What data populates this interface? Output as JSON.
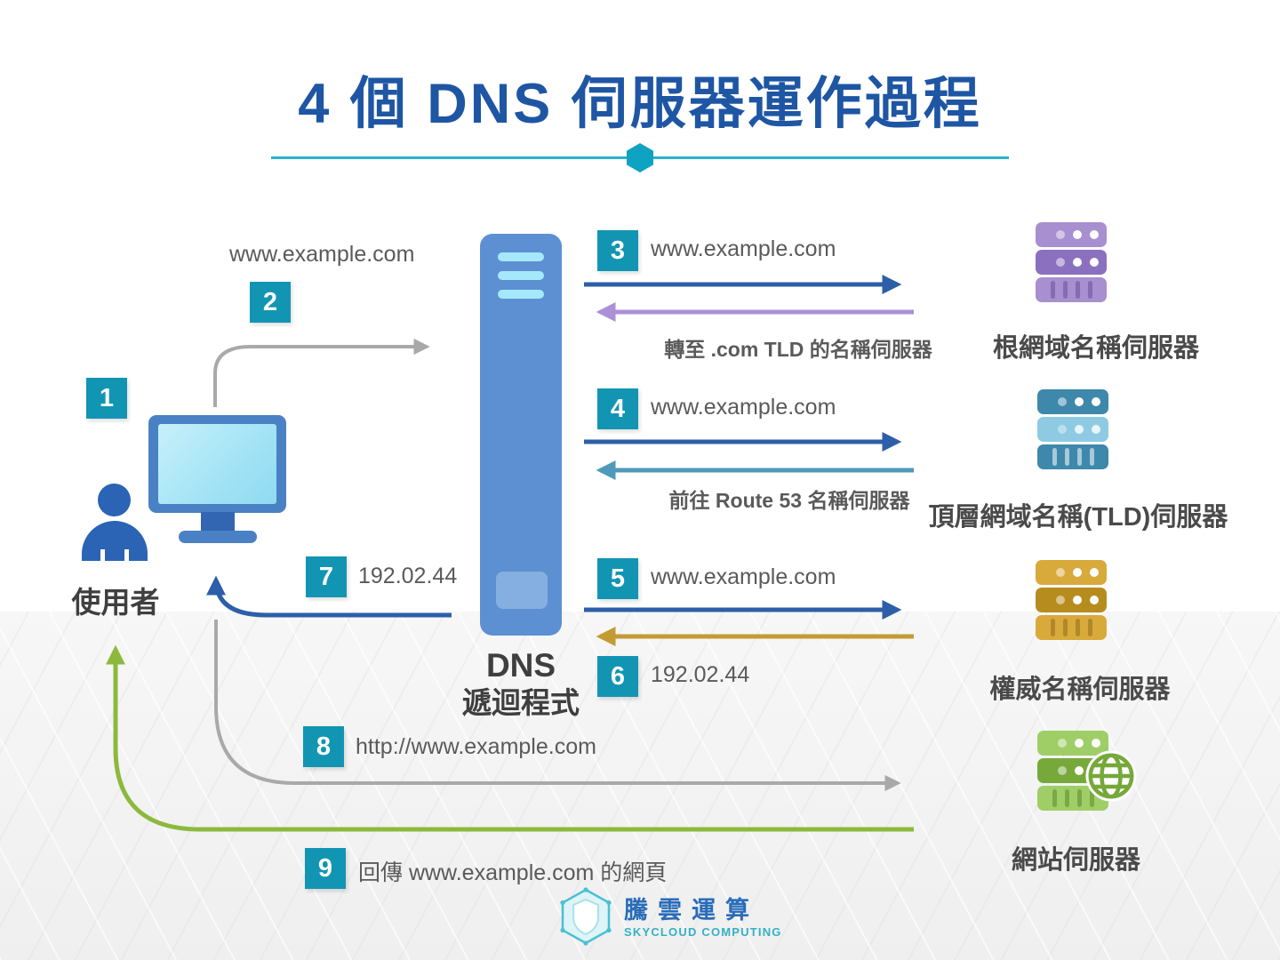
{
  "title": "4 個 DNS 伺服器運作過程",
  "user": {
    "label": "使用者"
  },
  "resolver": {
    "name_line1": "DNS",
    "name_line2": "遞迴程式"
  },
  "servers": [
    {
      "label": "根網域名稱伺服器"
    },
    {
      "label": "頂層網域名稱(TLD)伺服器"
    },
    {
      "label": "權威名稱伺服器"
    },
    {
      "label": "網站伺服器"
    }
  ],
  "steps": [
    {
      "num": "1"
    },
    {
      "num": "2",
      "label": "www.example.com"
    },
    {
      "num": "3",
      "label": "www.example.com",
      "reply": "轉至 .com TLD 的名稱伺服器"
    },
    {
      "num": "4",
      "label": "www.example.com",
      "reply": "前往 Route 53 名稱伺服器"
    },
    {
      "num": "5",
      "label": "www.example.com"
    },
    {
      "num": "6",
      "label": "192.02.44"
    },
    {
      "num": "7",
      "label": "192.02.44"
    },
    {
      "num": "8",
      "label": "http://www.example.com"
    },
    {
      "num": "9",
      "label": "回傳 www.example.com 的網頁"
    }
  ],
  "logo": {
    "brand": "騰雲運算",
    "subtitle": "SKYCLOUD COMPUTING"
  },
  "colors": {
    "title_blue": "#1e56a4",
    "badge_teal": "#1295b3",
    "divider_teal": "#29b2c8",
    "arrow_blue": "#2d5fa8",
    "arrow_purple": "#ab90d6",
    "arrow_teal": "#4f9ab8",
    "arrow_gold": "#c49b32",
    "arrow_green": "#8cb93c",
    "arrow_gray": "#a9a9a9"
  }
}
